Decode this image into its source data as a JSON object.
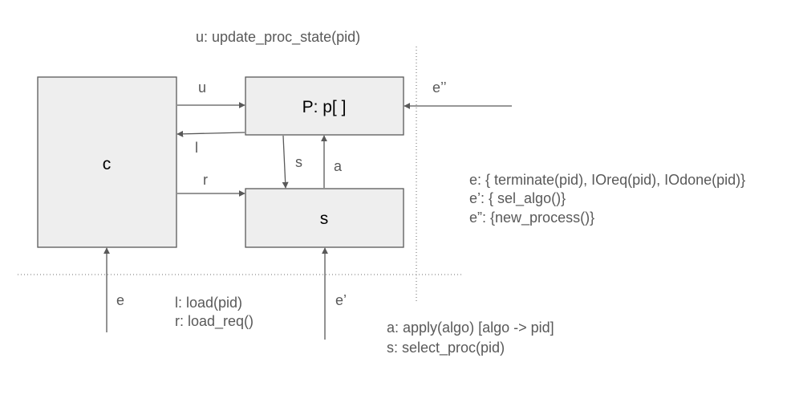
{
  "boxes": {
    "c": "c",
    "p": "P: p[ ]",
    "s": "s"
  },
  "arrows": {
    "u": "u",
    "l": "l",
    "r": "r",
    "s": "s",
    "a": "a",
    "e": "e",
    "e_prime": "e’",
    "e_double_prime": "e’’"
  },
  "legend": {
    "update": "u: update_proc_state(pid)",
    "load": "l: load(pid)",
    "load_req": "r: load_req()",
    "apply": "a: apply(algo) [algo -> pid]",
    "select": "s: select_proc(pid)",
    "e_set": "e: { terminate(pid), IOreq(pid), IOdone(pid)}",
    "e_prime_set": "e’: { sel_algo()}",
    "e_double_prime_set": "e”: {new_process()}"
  },
  "colors": {
    "box_fill": "#eeeeee",
    "line": "#595959",
    "text": "#595959"
  }
}
